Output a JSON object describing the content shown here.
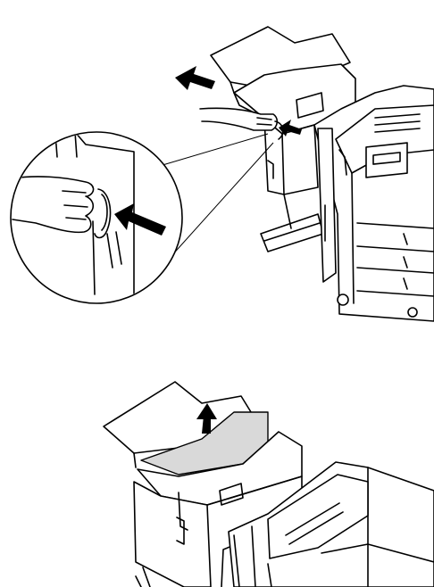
{
  "figures": [
    {
      "id": "top",
      "icons": [
        "push-arrow-icon",
        "slide-arrow-icon",
        "magnifier-callout"
      ]
    },
    {
      "id": "bottom",
      "icons": [
        "lift-arrow-icon",
        "paper-sheet"
      ]
    }
  ],
  "colors": {
    "line": "#000000",
    "paper_fill": "#d9d9d9",
    "background": "#ffffff"
  }
}
